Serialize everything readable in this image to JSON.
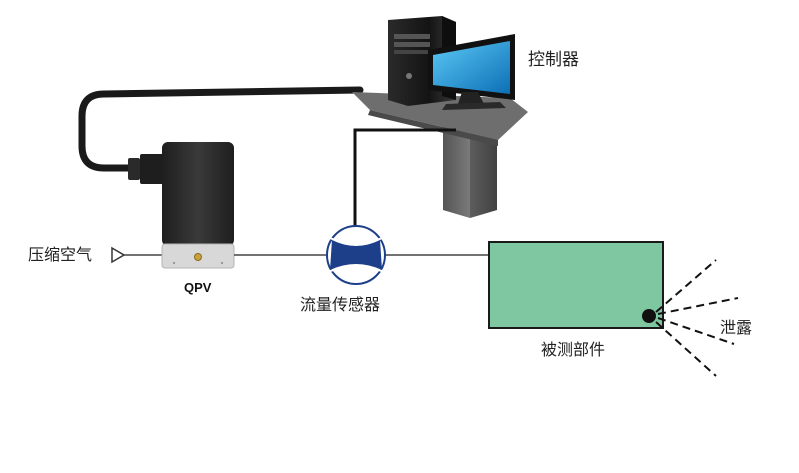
{
  "labels": {
    "controller": "控制器",
    "compressed_air": "压缩空气",
    "qpv": "QPV",
    "flow_sensor": "流量传感器",
    "part_under_test": "被测部件",
    "leak": "泄露"
  },
  "colors": {
    "part_fill": "#7fc7a1",
    "sensor_blue": "#1d3f8a",
    "computer_black": "#1a1a1a",
    "monitor_screen": "#1aa0e0",
    "qpv_body": "#2b2b2b",
    "qpv_base": "#d8d8d8",
    "line": "#444444"
  },
  "icons": {
    "controller": "desktop-computer-icon",
    "qpv": "valve-unit-icon",
    "flow_sensor": "flow-meter-icon",
    "inlet": "inlet-arrow-icon"
  }
}
